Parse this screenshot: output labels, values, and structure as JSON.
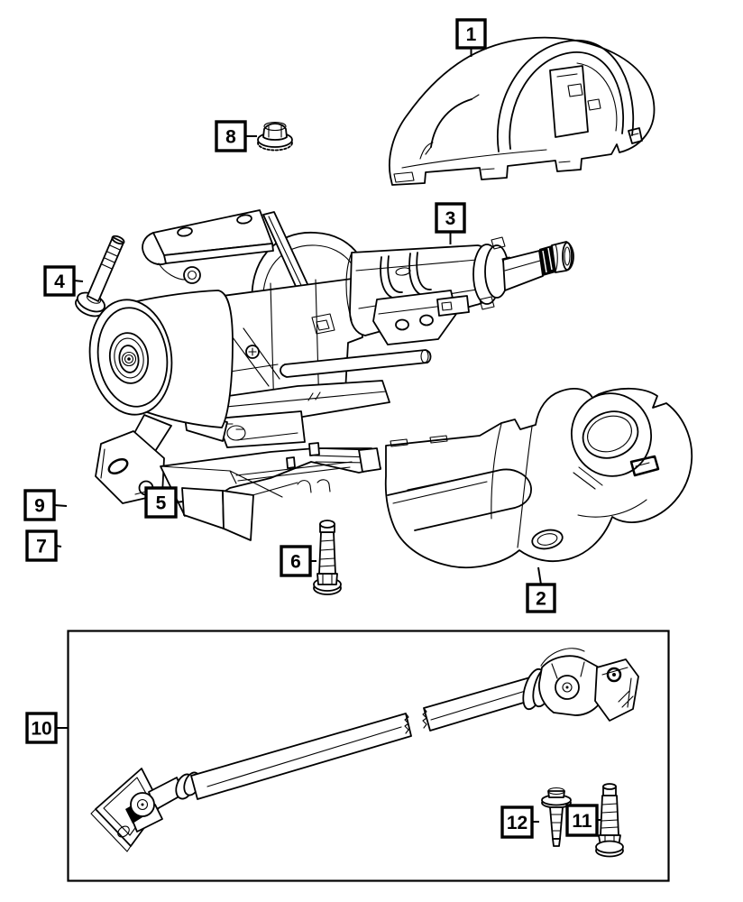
{
  "page": {
    "background_color": "#ffffff",
    "ink_color": "#000000"
  },
  "diagram": {
    "description_visible_text": "numbered part callouts only",
    "callouts": [
      {
        "label": "1"
      },
      {
        "label": "2"
      },
      {
        "label": "3"
      },
      {
        "label": "4"
      },
      {
        "label": "5"
      },
      {
        "label": "6"
      },
      {
        "label": "7"
      },
      {
        "label": "8"
      },
      {
        "label": "9"
      },
      {
        "label": "10"
      },
      {
        "label": "11"
      },
      {
        "label": "12"
      }
    ]
  }
}
